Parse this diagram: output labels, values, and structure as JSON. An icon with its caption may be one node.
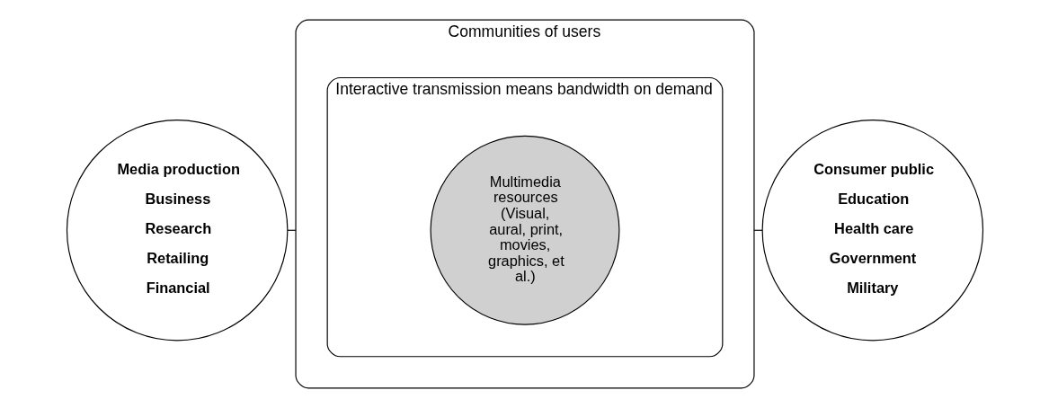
{
  "diagram": {
    "nodes": [
      {
        "text": [
          "Media production",
          "Business",
          "Research",
          "Retailing",
          "Financial"
        ]
      },
      {
        "text": [
          "Communities of users"
        ]
      },
      {
        "text": [
          "Interactive transmission means bandwidth on demand"
        ],
        "in": 1
      },
      {
        "text": [
          "Multimedia resources (Visual, aural, print, movies, graphics, et al.)"
        ],
        "in": 2
      },
      {
        "text": [
          "Consumer public",
          "Education",
          "Health care",
          "Government",
          "Military"
        ]
      }
    ],
    "edges": [
      {
        "from": 0,
        "to": 1,
        "arrow": "none"
      },
      {
        "from": 1,
        "to": 4,
        "arrow": "none"
      }
    ]
  }
}
